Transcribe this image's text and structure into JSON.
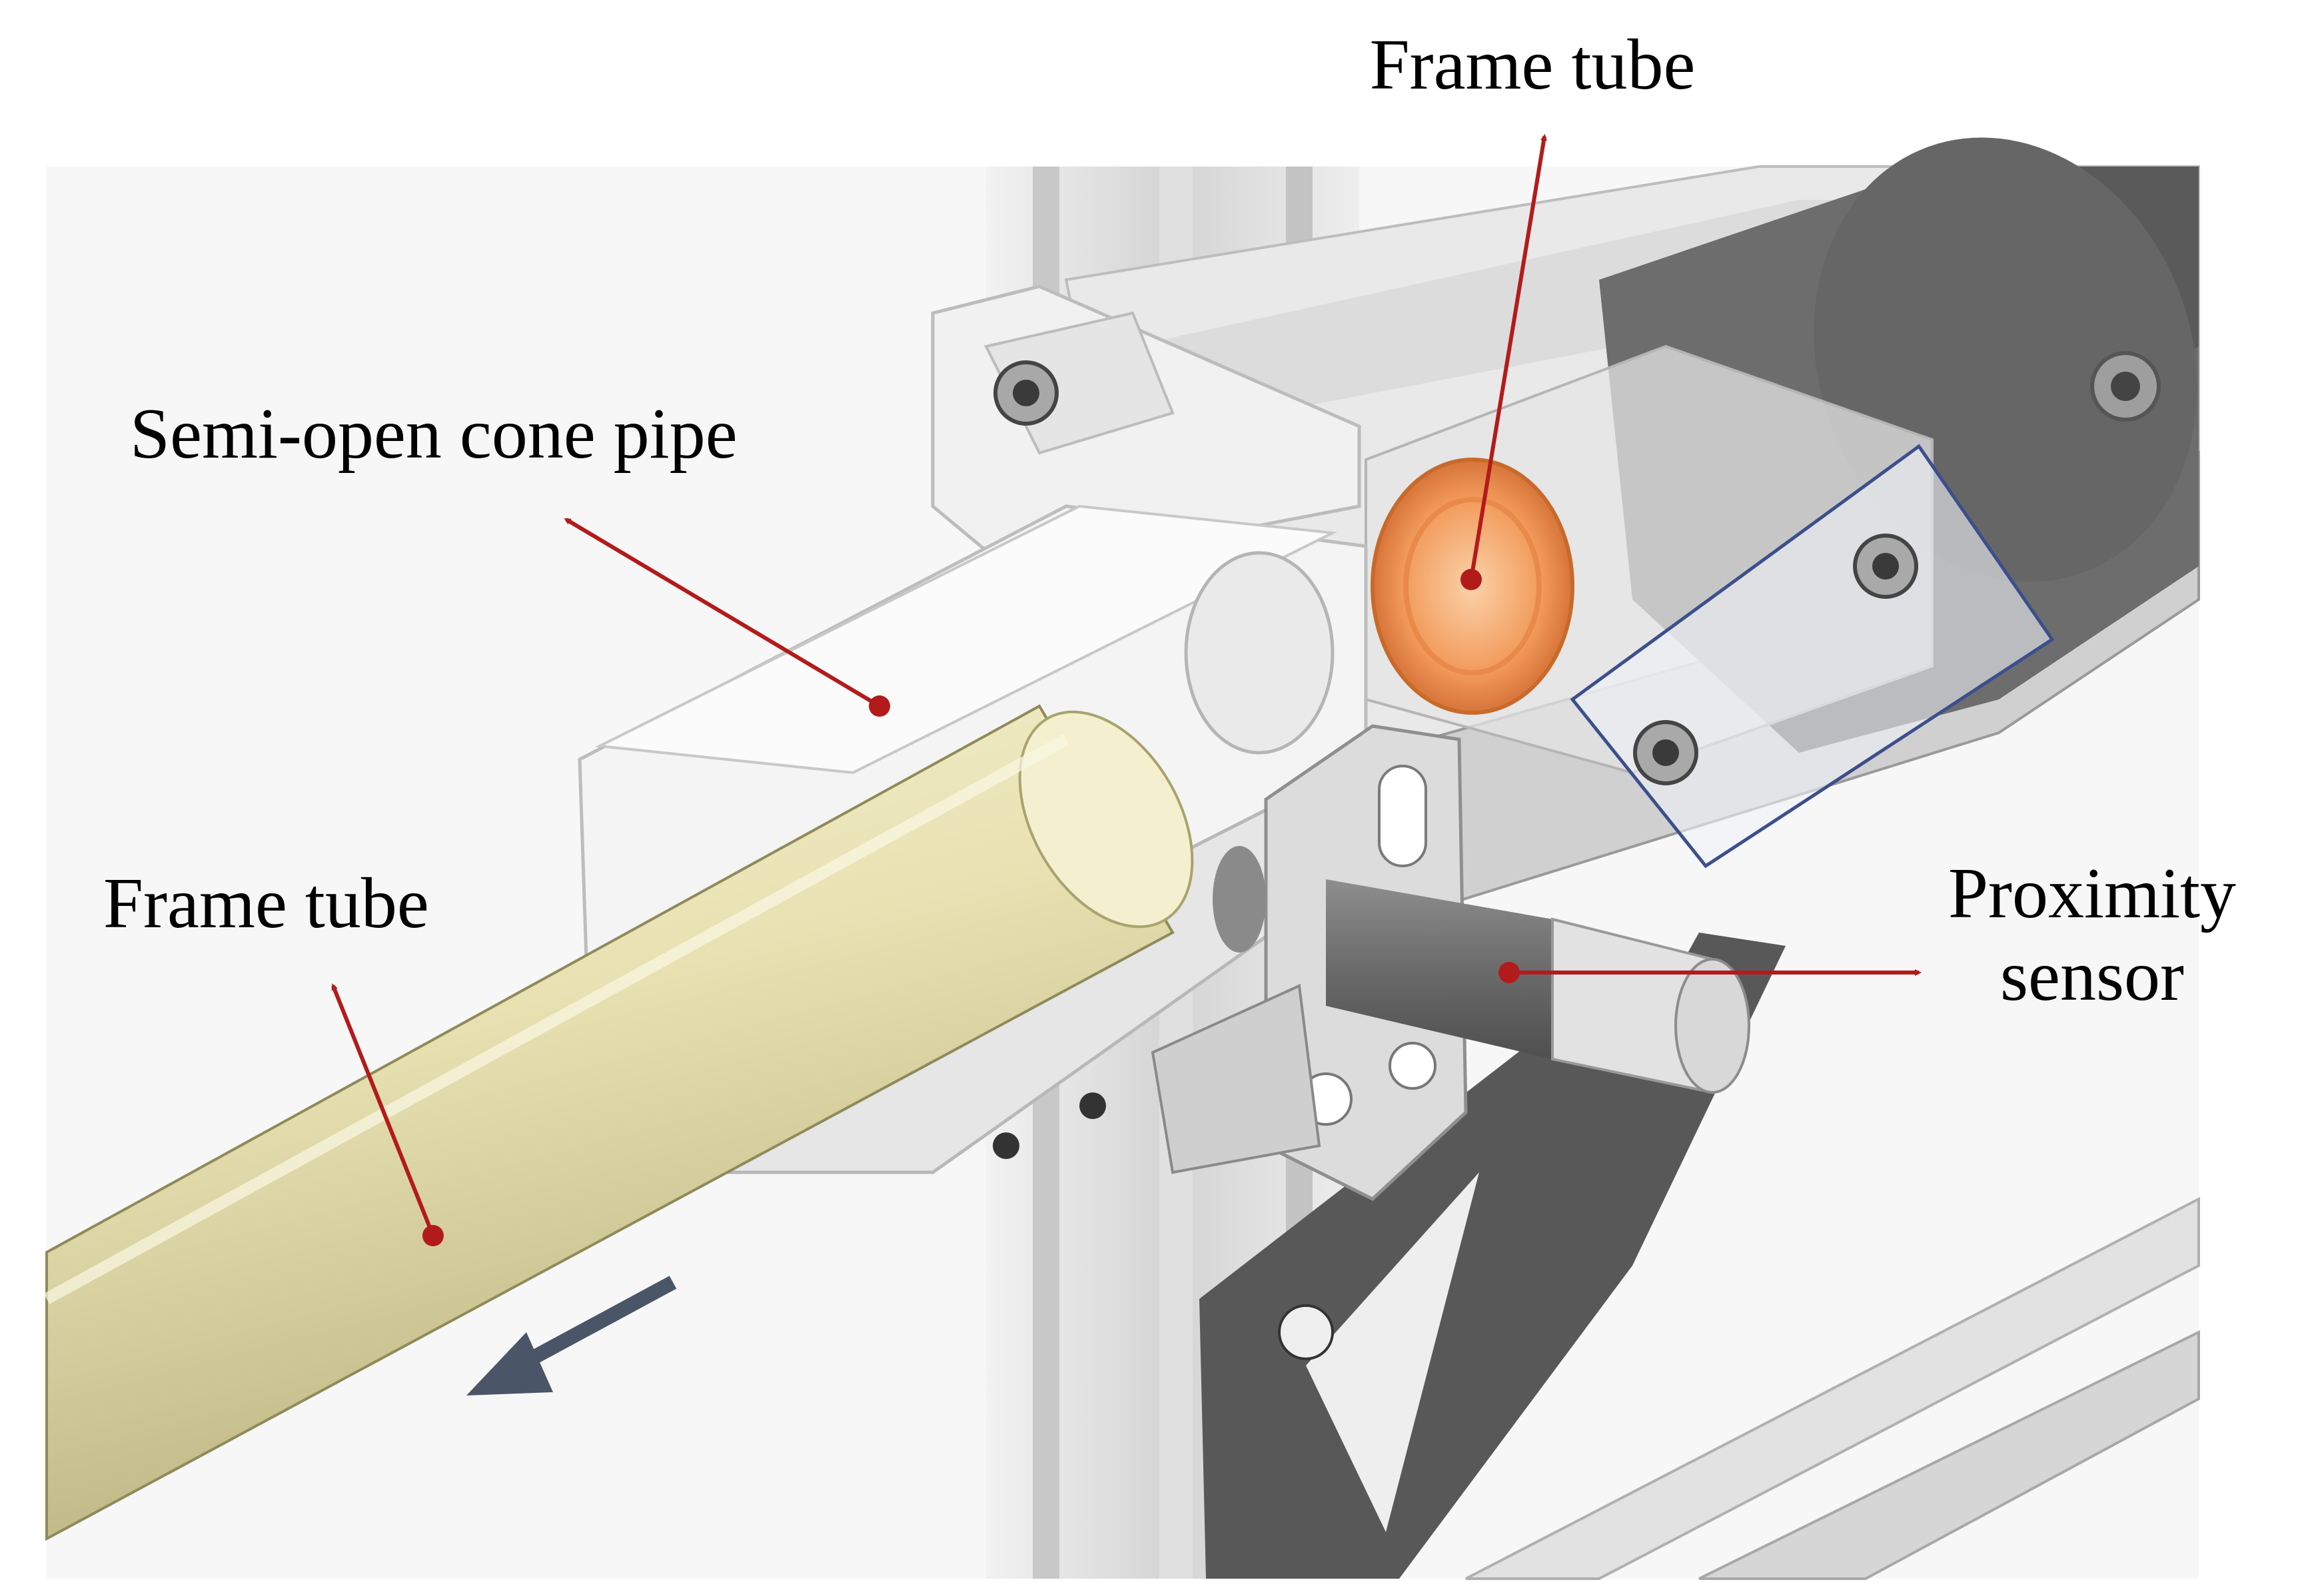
{
  "labels": {
    "frame_tube_top": "Frame tube",
    "semi_open_cone_pipe": "Semi-open cone pipe",
    "frame_tube_left": "Frame tube",
    "proximity_sensor_line1": "Proximity",
    "proximity_sensor_line2": "sensor"
  },
  "colors": {
    "callout_arrow": "#b31b1b",
    "motion_arrow": "#4a5568",
    "frame_tube_fill": "#e6e0b0",
    "coupling_fill": "#f2a56b",
    "aluminum_profile": "#d8d8d8",
    "bracket_dark": "#5a5a5a"
  },
  "icons": {
    "motion_direction": "arrow-down-left-icon"
  }
}
